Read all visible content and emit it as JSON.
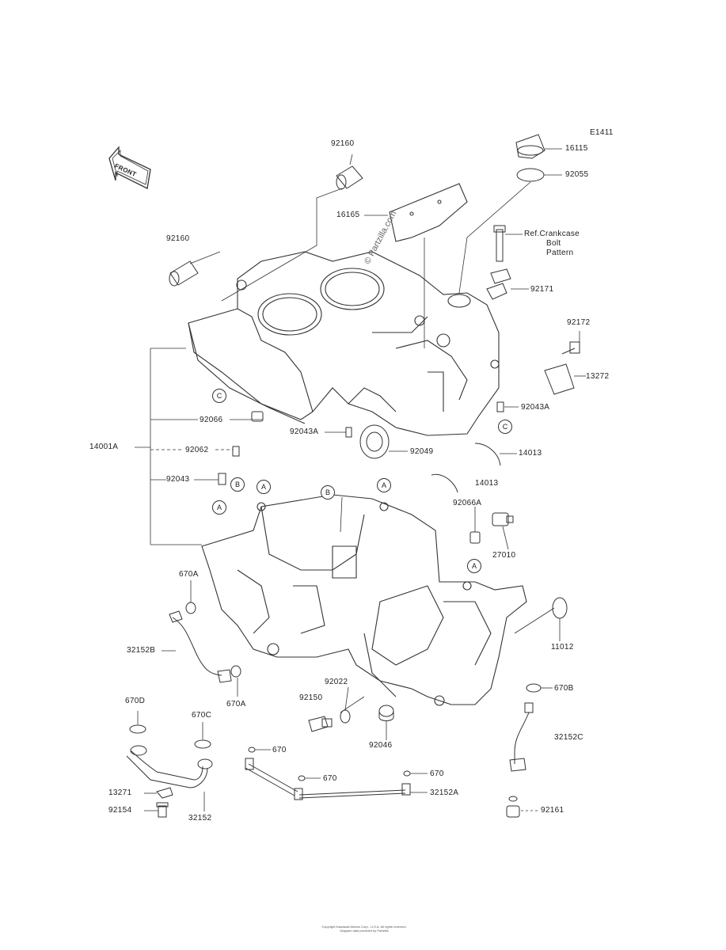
{
  "diagram_code": "E1411",
  "front_label": "FRONT",
  "watermark": "© Partzilla.com",
  "parts": {
    "p92160_top": "92160",
    "p16115": "16115",
    "p92055": "92055",
    "p16165": "16165",
    "p92160_left": "92160",
    "ref_line1": "Ref.Crankcase",
    "ref_line2": "Bolt",
    "ref_line3": "Pattern",
    "p92171": "92171",
    "p92172": "92172",
    "p13272": "13272",
    "p92043A_right": "92043A",
    "p92066": "92066",
    "p14001A": "14001A",
    "p92062": "92062",
    "p92043": "92043",
    "p92043A_mid": "92043A",
    "p92049": "92049",
    "p14013_a": "14013",
    "p14013_b": "14013",
    "p92066A": "92066A",
    "p27010": "27010",
    "p670A_top": "670A",
    "p32152B": "32152B",
    "p670A_bot": "670A",
    "p11012": "11012",
    "p92022": "92022",
    "p92150": "92150",
    "p92046": "92046",
    "p670B": "670B",
    "p32152C": "32152C",
    "p670D": "670D",
    "p670C": "670C",
    "p670_a": "670",
    "p670_b": "670",
    "p670_c": "670",
    "p32152A": "32152A",
    "p13271": "13271",
    "p92154": "92154",
    "p32152": "32152",
    "p92161": "92161"
  },
  "callouts": {
    "c1": "C",
    "c2": "C",
    "b1": "B",
    "b2": "B",
    "a1": "A",
    "a2": "A",
    "a3": "A",
    "a4": "A"
  },
  "footer_line1": "Copyright Kawasaki Motors Corp., U.S.A. All rights reserved.",
  "footer_line2": "Diagram data provided by Partzilla"
}
